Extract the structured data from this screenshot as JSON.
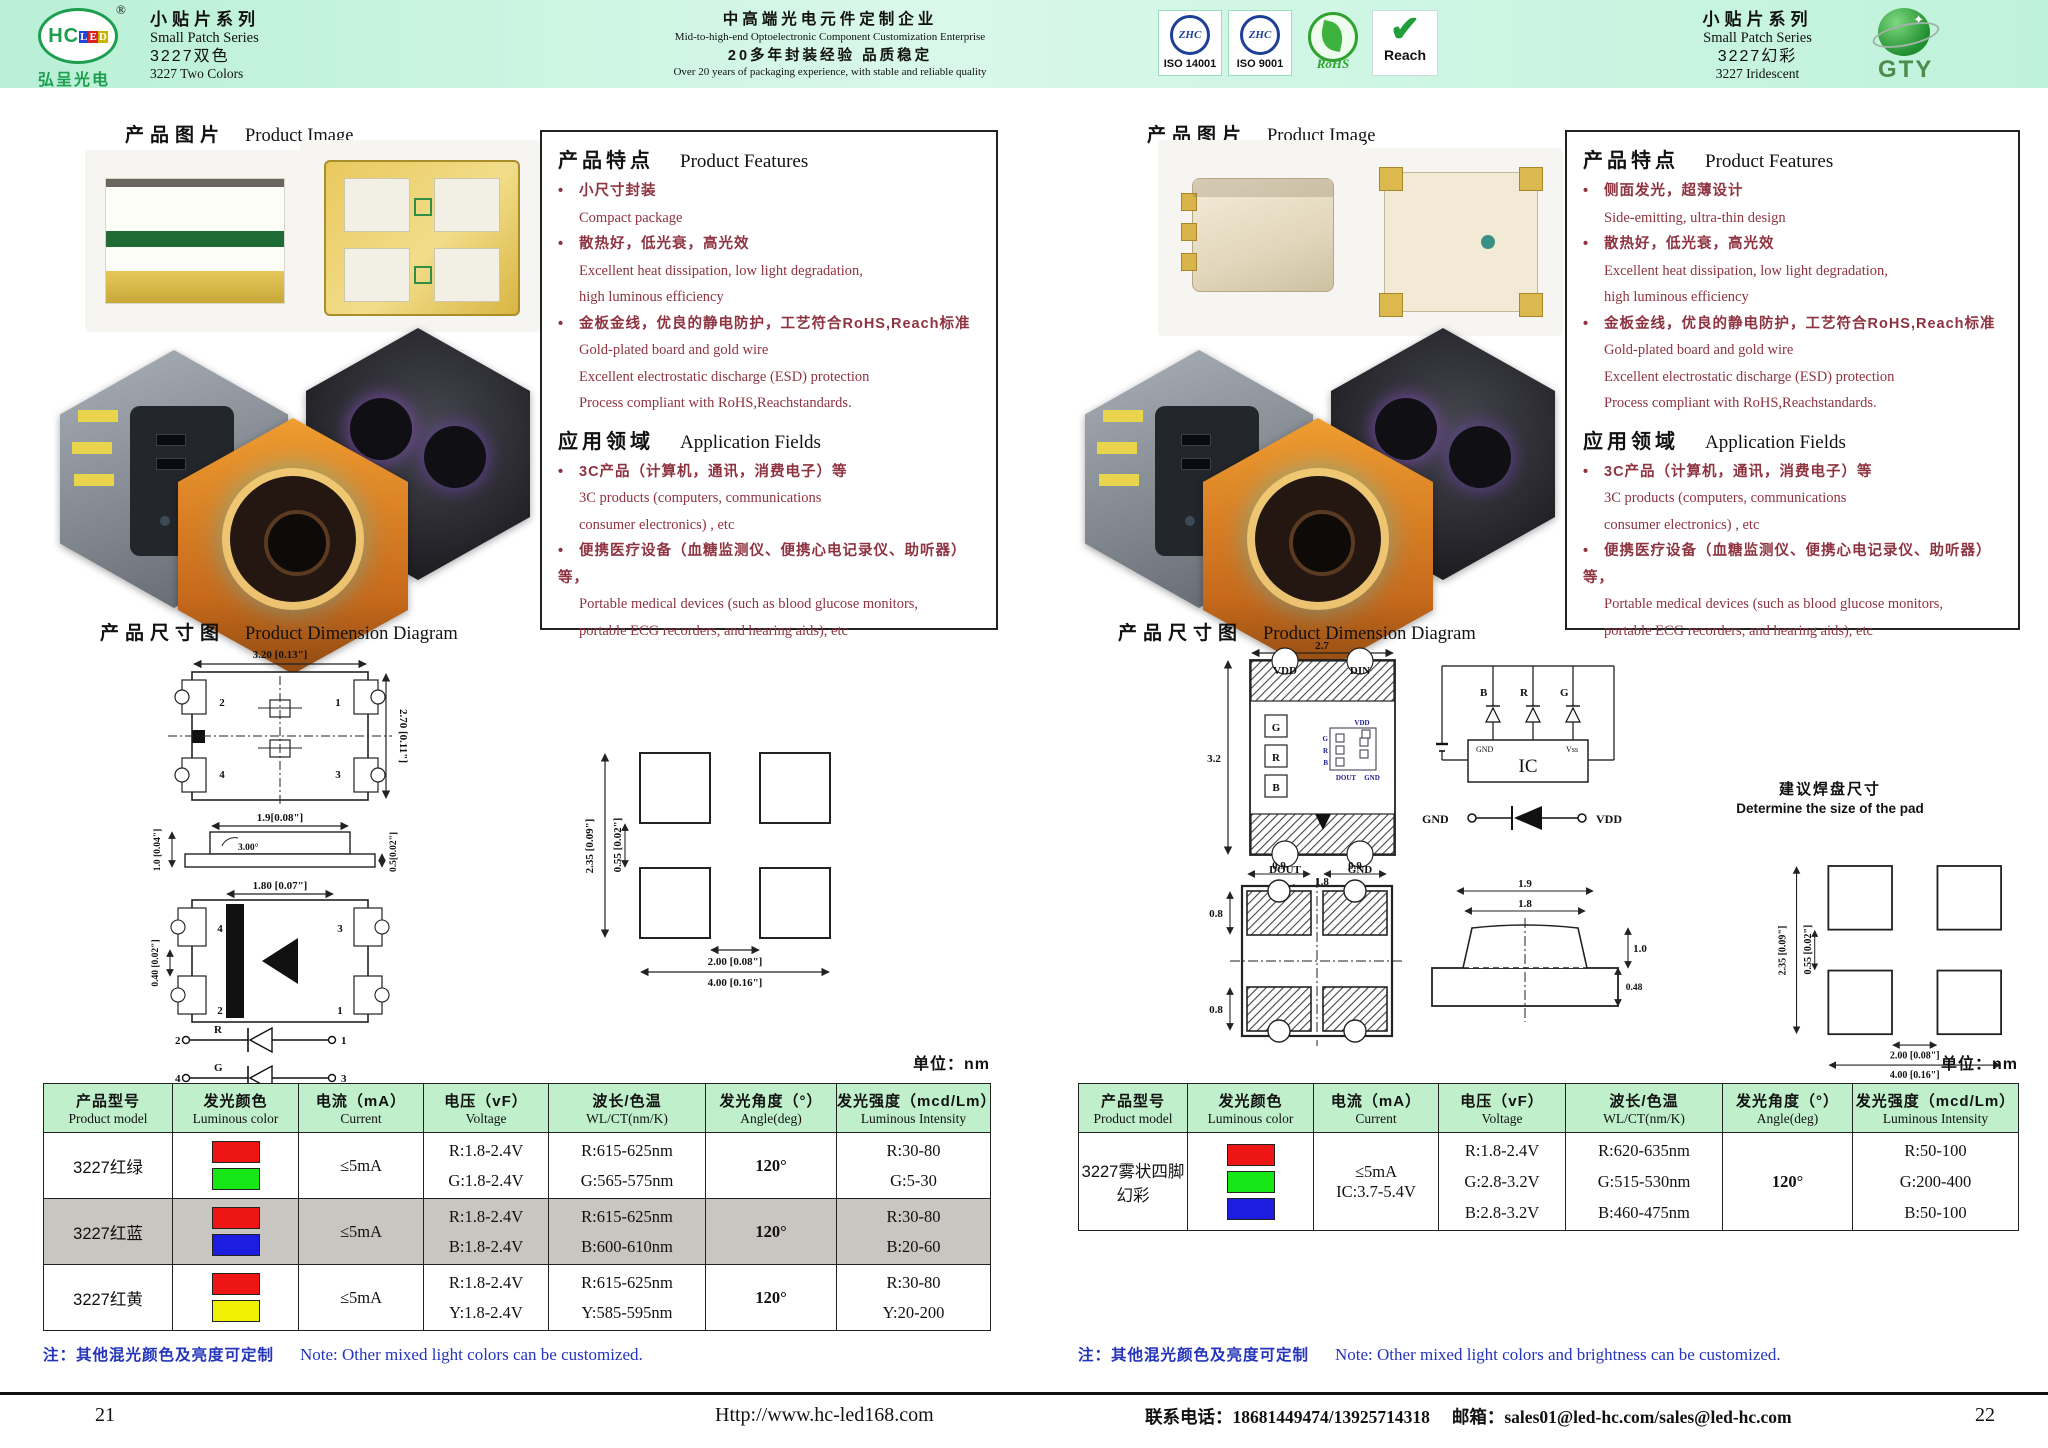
{
  "colors": {
    "header_bg": "#c4f2dc",
    "table_header_bg": "#bfefcb",
    "shaded_row": "#c9c6c1",
    "feature_text": "#8e3340",
    "note_blue": "#2434bb",
    "swatch_red": "#ee1515",
    "swatch_green": "#17e617",
    "swatch_blue": "#1d1de0",
    "swatch_yellow": "#f0f005"
  },
  "header": {
    "logo": {
      "hc": "HC",
      "l": "L",
      "e": "E",
      "d": "D",
      "reg": "®",
      "company_cn": "弘呈光电"
    },
    "series_left": {
      "cn": "小贴片系列",
      "en": "Small Patch Series",
      "model_cn": "3227双色",
      "model_en": "3227 Two Colors"
    },
    "center": {
      "cn1": "中高端光电元件定制企业",
      "en1": "Mid-to-high-end Optoelectronic Component Customization Enterprise",
      "cn2": "20多年封装经验 品质稳定",
      "en2": "Over 20 years of packaging experience, with stable and reliable quality"
    },
    "badges": {
      "zhc": "ZHC",
      "iso14001": "ISO 14001",
      "iso9001": "ISO 9001",
      "rohs": "RoHS",
      "reach": "Reach",
      "check": "✔"
    },
    "series_right": {
      "cn": "小贴片系列",
      "en": "Small Patch Series",
      "model_cn": "3227幻彩",
      "model_en": "3227 Iridescent",
      "gty": "GTY",
      "star": "✦"
    }
  },
  "left": {
    "image_heading_cn": "产品图片",
    "image_heading_en": "Product Image",
    "features": {
      "title_cn": "产品特点",
      "title_en": "Product Features",
      "b1_cn": "小尺寸封装",
      "b1_en1": "Compact package",
      "b2_cn": "散热好，低光衰，高光效",
      "b2_en1": "Excellent heat dissipation, low light degradation,",
      "b2_en2": "high luminous efficiency",
      "b3_cn": "金板金线，优良的静电防护，工艺符合RoHS,Reach标准",
      "b3_en1": "Gold-plated board and gold wire",
      "b3_en2": "Excellent electrostatic discharge (ESD) protection",
      "b3_en3": "Process compliant with RoHS,Reachstandards.",
      "app_title_cn": "应用领域",
      "app_title_en": "Application Fields",
      "a1_cn": "3C产品（计算机，通讯，消费电子）等",
      "a1_en1": "3C products (computers, communications",
      "a1_en2": "consumer electronics) , etc",
      "a2_cn": "便携医疗设备（血糖监测仪、便携心电记录仪、助听器）等，",
      "a2_en1": "Portable medical devices (such as blood glucose monitors,",
      "a2_en2": "portable ECG recorders, and hearing aids), etc"
    },
    "dim_heading_cn": "产品尺寸图",
    "dim_heading_en": "Product Dimension Diagram",
    "dims": {
      "top_w": "3.20 [0.13\"]",
      "top_h": "2.70 [0.11\"]",
      "side_w": "1.9[0.08\"]",
      "side_h": "1.0 [0.04\"]",
      "side_t": "0.5[0.02\"]",
      "side_angle": "3.00°",
      "bot_w": "1.80 [0.07\"]",
      "bot_h": "0.40 [0.02\"]",
      "p1": "1",
      "p2": "2",
      "p3": "3",
      "p4": "4",
      "r": "R",
      "g": "G"
    },
    "pad": {
      "h": "2.35 [0.09\"]",
      "gap": "0.55 [0.02\"]",
      "inner": "2.00 [0.08\"]",
      "outer": "4.00 [0.16\"]"
    },
    "unit": "单位：nm",
    "table": {
      "h": [
        [
          "产品型号",
          "Product model"
        ],
        [
          "发光颜色",
          "Luminous color"
        ],
        [
          "电流（mA）",
          "Current"
        ],
        [
          "电压（vF）",
          "Voltage"
        ],
        [
          "波长/色温",
          "WL/CT(nm/K)"
        ],
        [
          "发光角度（°）",
          "Angle(deg)"
        ],
        [
          "发光强度（mcd/Lm）",
          "Luminous Intensity"
        ]
      ],
      "rows": [
        {
          "model": "3227红绿",
          "sw": [
            "#ee1515",
            "#17e617"
          ],
          "cur": "≤5mA",
          "v1": "R:1.8-2.4V",
          "v2": "G:1.8-2.4V",
          "w1": "R:615-625nm",
          "w2": "G:565-575nm",
          "ang": "120°",
          "i1": "R:30-80",
          "i2": "G:5-30"
        },
        {
          "model": "3227红蓝",
          "sw": [
            "#ee1515",
            "#1d1de0"
          ],
          "cur": "≤5mA",
          "v1": "R:1.8-2.4V",
          "v2": "B:1.8-2.4V",
          "w1": "R:615-625nm",
          "w2": "B:600-610nm",
          "ang": "120°",
          "i1": "R:30-80",
          "i2": "B:20-60"
        },
        {
          "model": "3227红黄",
          "sw": [
            "#ee1515",
            "#f0f005"
          ],
          "cur": "≤5mA",
          "v1": "R:1.8-2.4V",
          "v2": "Y:1.8-2.4V",
          "w1": "R:615-625nm",
          "w2": "Y:585-595nm",
          "ang": "120°",
          "i1": "R:30-80",
          "i2": "Y:20-200"
        }
      ]
    },
    "note_cn": "注：其他混光颜色及亮度可定制",
    "note_en": "Note: Other mixed light colors can be customized.",
    "page_no": "21"
  },
  "right": {
    "image_heading_cn": "产品图片",
    "image_heading_en": "Product Image",
    "features": {
      "title_cn": "产品特点",
      "title_en": "Product Features",
      "b1_cn": "侧面发光，超薄设计",
      "b1_en1": "Side-emitting, ultra-thin design",
      "b2_cn": "散热好，低光衰，高光效",
      "b2_en1": "Excellent heat dissipation, low light degradation,",
      "b2_en2": "high luminous efficiency",
      "b3_cn": "金板金线，优良的静电防护，工艺符合RoHS,Reach标准",
      "b3_en1": "Gold-plated board and gold wire",
      "b3_en2": "Excellent electrostatic discharge (ESD) protection",
      "b3_en3": "Process compliant with RoHS,Reachstandards.",
      "app_title_cn": "应用领域",
      "app_title_en": "Application Fields",
      "a1_cn": "3C产品（计算机，通讯，消费电子）等",
      "a1_en1": "3C products (computers, communications",
      "a1_en2": "consumer electronics) , etc",
      "a2_cn": "便携医疗设备（血糖监测仪、便携心电记录仪、助听器）等，",
      "a2_en1": "Portable medical devices (such as blood glucose monitors,",
      "a2_en2": "portable ECG recorders, and hearing aids), etc"
    },
    "dim_heading_cn": "产品尺寸图",
    "dim_heading_en": "Product Dimension Diagram",
    "dims": {
      "top_w": "2.7",
      "top_h": "3.2",
      "pitch": "1.8",
      "vdd": "VDD",
      "din": "DIN",
      "dout": "DOUT",
      "gnd": "GND",
      "g": "G",
      "r": "R",
      "b": "B",
      "ic": "IC",
      "vss": "Vss",
      "pw": "0.9",
      "ph": "0.8",
      "sv1": "1.9",
      "sv2": "1.8",
      "sv3": "1.0",
      "sv4": "0.48"
    },
    "pad_note_cn": "建议焊盘尺寸",
    "pad_note_en": "Determine the size of the pad",
    "pad": {
      "h": "2.35 [0.09\"]",
      "gap": "0.55 [0.02\"]",
      "inner": "2.00 [0.08\"]",
      "outer": "4.00 [0.16\"]"
    },
    "unit": "单位：nm",
    "table": {
      "h": [
        [
          "产品型号",
          "Product model"
        ],
        [
          "发光颜色",
          "Luminous color"
        ],
        [
          "电流（mA）",
          "Current"
        ],
        [
          "电压（vF）",
          "Voltage"
        ],
        [
          "波长/色温",
          "WL/CT(nm/K)"
        ],
        [
          "发光角度（°）",
          "Angle(deg)"
        ],
        [
          "发光强度（mcd/Lm）",
          "Luminous Intensity"
        ]
      ],
      "row": {
        "model1": "3227雾状四脚",
        "model2": "幻彩",
        "sw": [
          "#ee1515",
          "#17e617",
          "#1d1de0"
        ],
        "cur1": "≤5mA",
        "cur2": "IC:3.7-5.4V",
        "v1": "R:1.8-2.4V",
        "v2": "G:2.8-3.2V",
        "v3": "B:2.8-3.2V",
        "w1": "R:620-635nm",
        "w2": "G:515-530nm",
        "w3": "B:460-475nm",
        "ang": "120°",
        "i1": "R:50-100",
        "i2": "G:200-400",
        "i3": "B:50-100"
      }
    },
    "note_cn": "注：其他混光颜色及亮度可定制",
    "note_en": "Note: Other mixed light colors and brightness can be customized.",
    "page_no": "22"
  },
  "footer": {
    "url": "Http://www.hc-led168.com",
    "contact_phone": "联系电话：18681449474/13925714318",
    "contact_mail": "邮箱：sales01@led-hc.com/sales@led-hc.com"
  }
}
